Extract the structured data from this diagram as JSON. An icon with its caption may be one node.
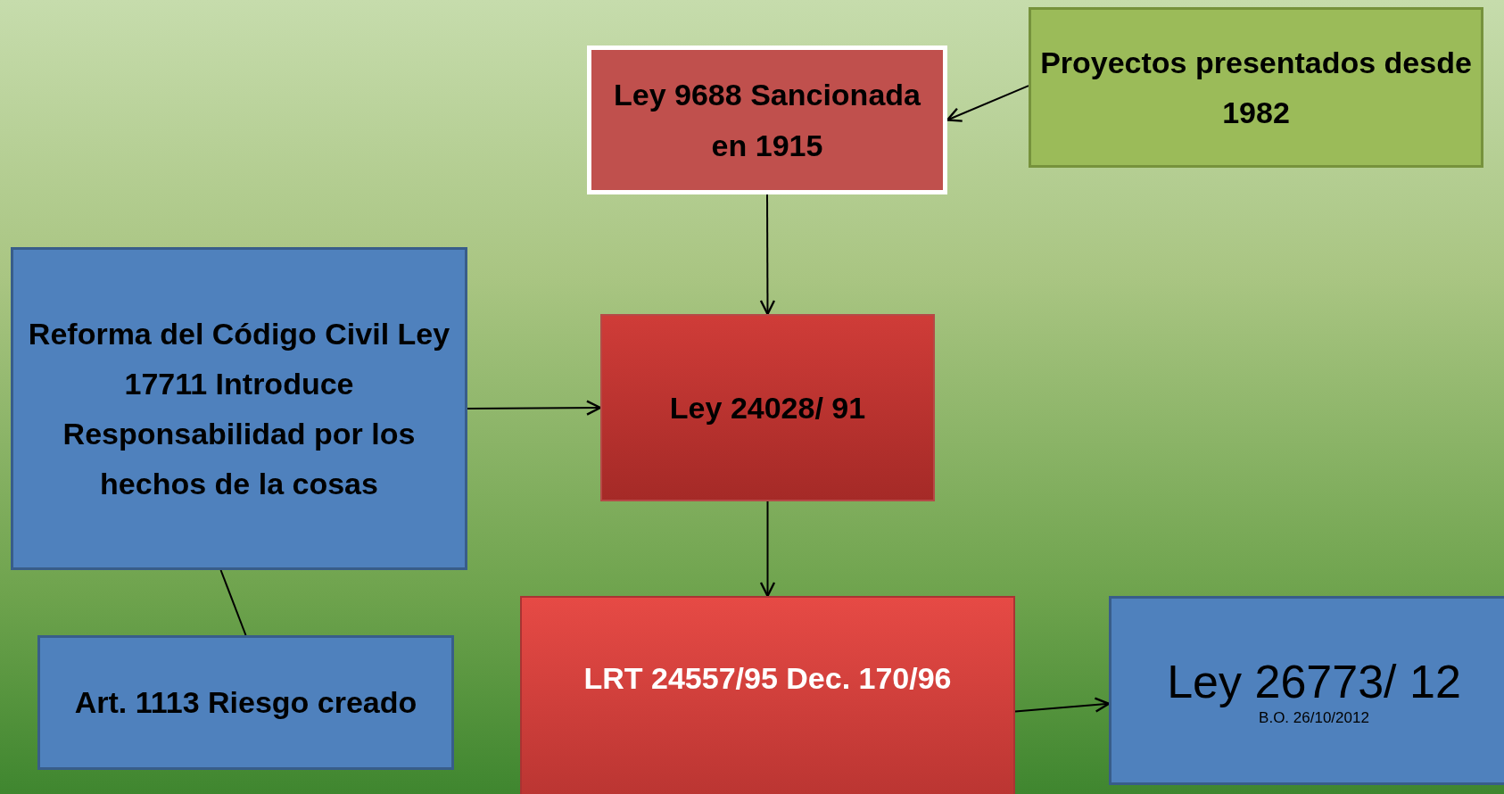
{
  "diagram": {
    "nodes": [
      {
        "text": [
          "Ley 9688 Sancionada en 1915"
        ]
      },
      {
        "text": [
          "Proyectos presentados desde 1982"
        ]
      },
      {
        "text": [
          "Reforma del Código Civil Ley 17711 Introduce Responsabilidad por los hechos de la cosas"
        ]
      },
      {
        "text": [
          "Ley 24028/ 91"
        ]
      },
      {
        "text": [
          "Art. 1113 Riesgo creado"
        ]
      },
      {
        "text": [
          "LRT 24557/95 Dec. 170/96"
        ]
      },
      {
        "text": [
          "Ley 26773/ 12",
          "B.O. 26/10/2012"
        ]
      }
    ],
    "edges": [
      {
        "from": 1,
        "to": 0,
        "arrow": "to"
      },
      {
        "from": 0,
        "to": 3,
        "arrow": "to"
      },
      {
        "from": 2,
        "to": 3,
        "arrow": "to"
      },
      {
        "from": 3,
        "to": 5,
        "arrow": "to"
      },
      {
        "from": 5,
        "to": 6,
        "arrow": "to"
      },
      {
        "from": 2,
        "to": 4,
        "arrow": "none"
      }
    ]
  }
}
